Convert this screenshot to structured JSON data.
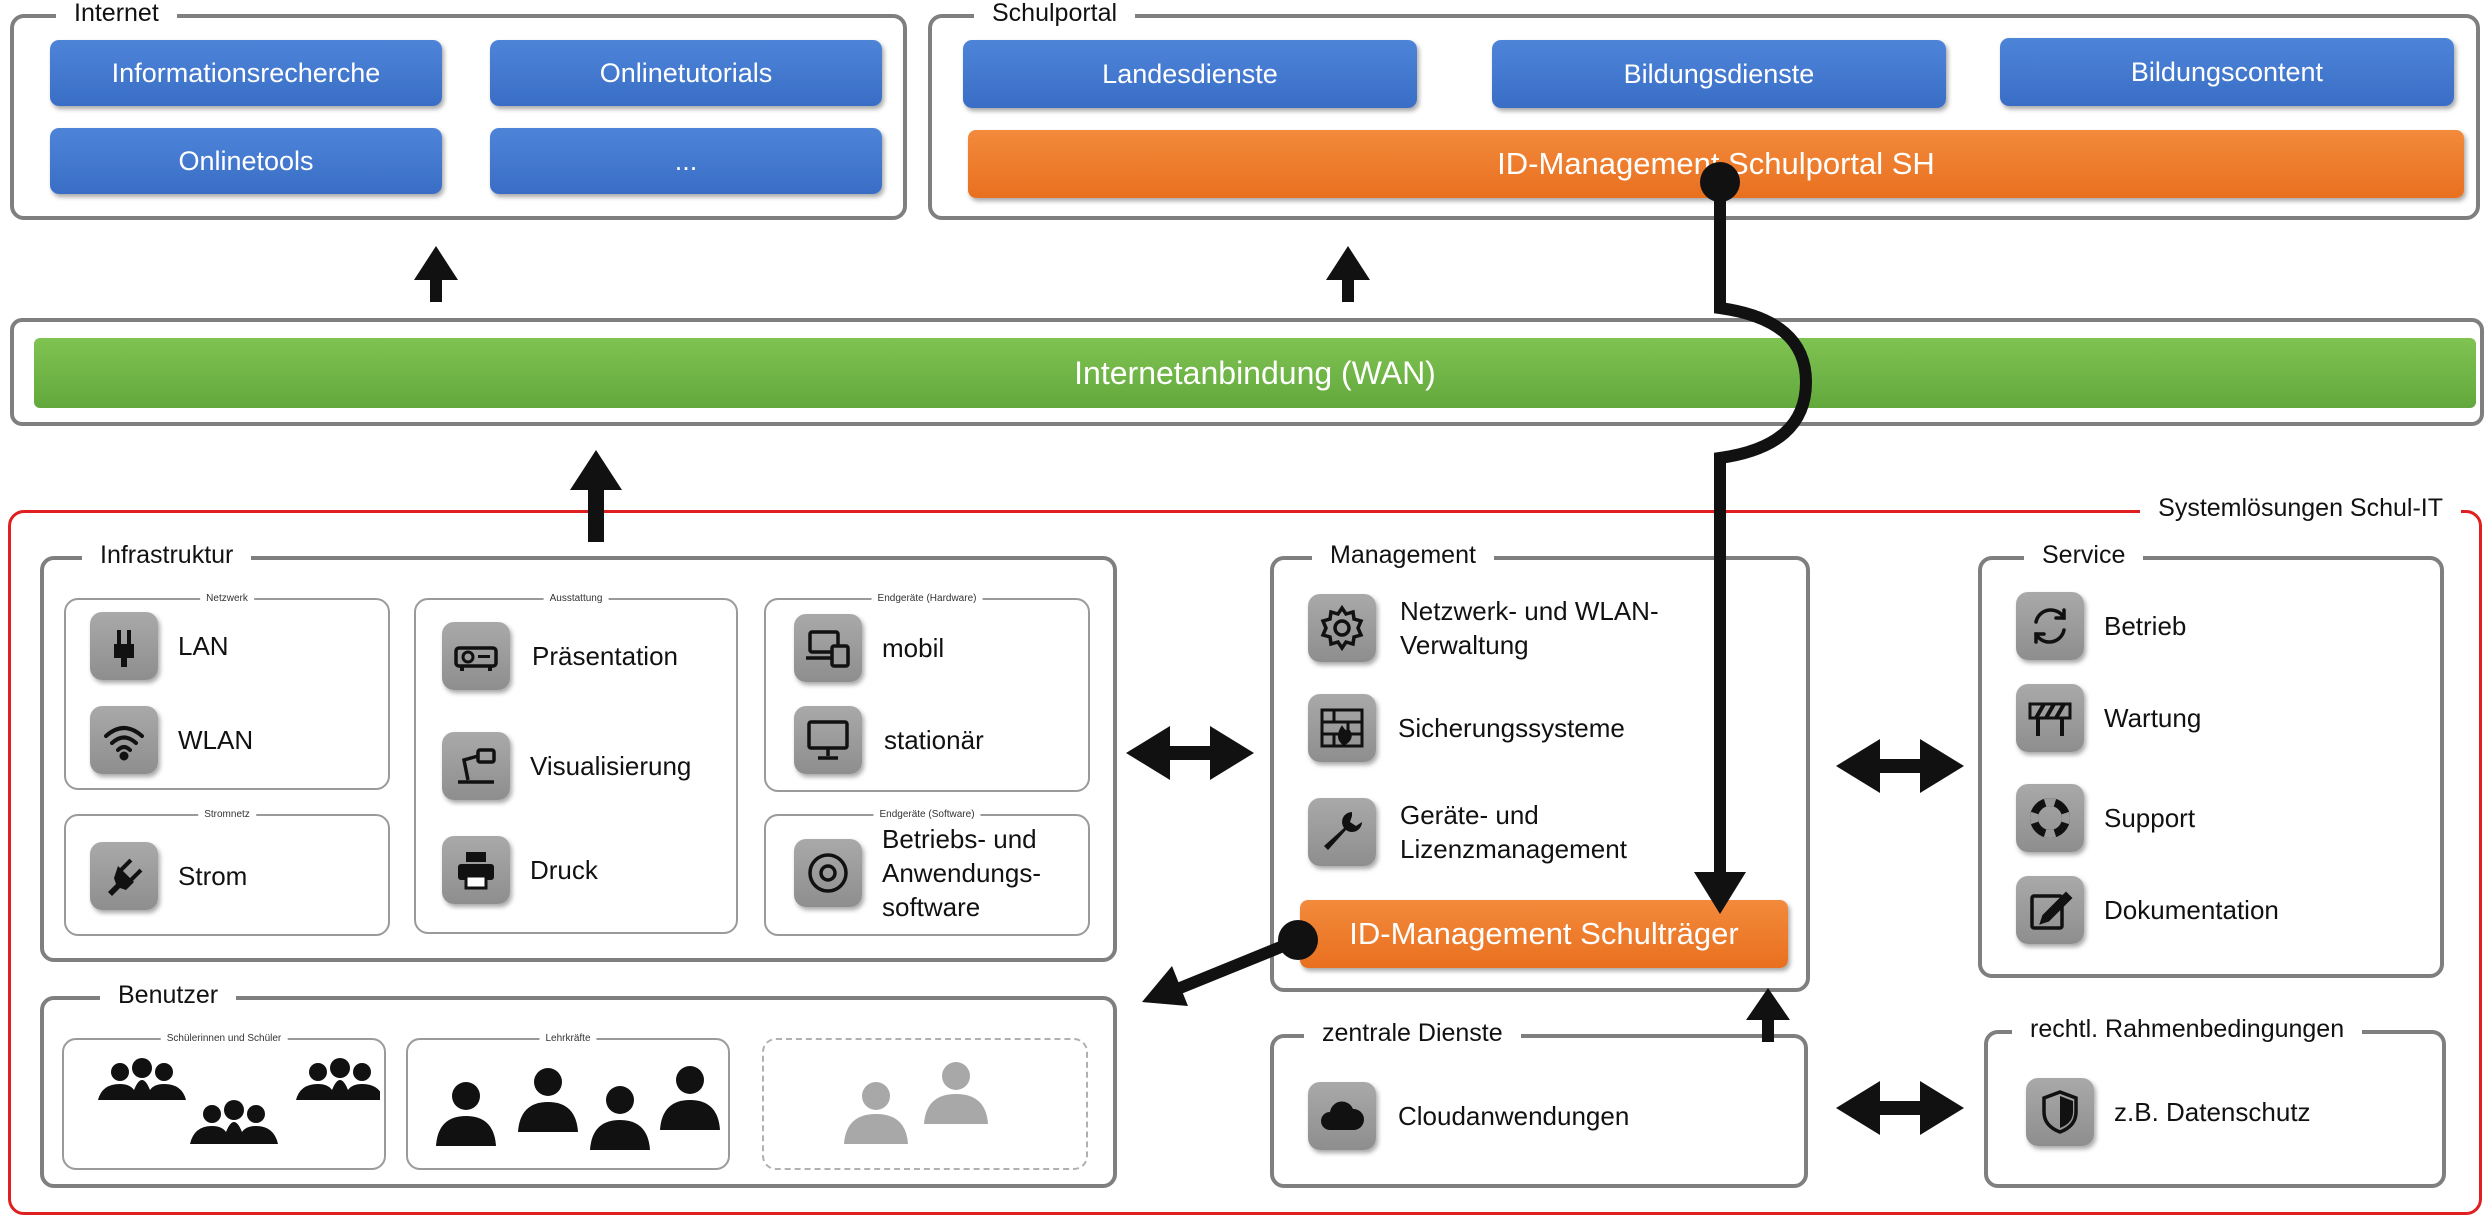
{
  "internet": {
    "title": "Internet",
    "buttons": [
      "Informationsrecherche",
      "Onlinetutorials",
      "Onlinetools",
      "..."
    ]
  },
  "schulportal": {
    "title": "Schulportal",
    "buttons": [
      "Landesdienste",
      "Bildungsdienste",
      "Bildungscontent"
    ],
    "id_management": "ID-Management Schulportal SH"
  },
  "wan": {
    "label": "Internetanbindung (WAN)"
  },
  "systemloesungen": {
    "title": "Systemlösungen Schul-IT"
  },
  "infrastruktur": {
    "title": "Infrastruktur",
    "netzwerk": {
      "title": "Netzwerk",
      "items": [
        "LAN",
        "WLAN"
      ]
    },
    "strom": {
      "title": "Stromnetz",
      "items": [
        "Strom"
      ]
    },
    "ausstattung": {
      "title": "Ausstattung",
      "items": [
        "Präsentation",
        "Visualisierung",
        "Druck"
      ]
    },
    "hardware": {
      "title": "Endgeräte (Hardware)",
      "items": [
        "mobil",
        "stationär"
      ]
    },
    "software": {
      "title": "Endgeräte (Software)",
      "items": [
        "Betriebs- und Anwendungs- software"
      ]
    }
  },
  "benutzer": {
    "title": "Benutzer",
    "groups": [
      "Schülerinnen und Schüler",
      "Lehrkräfte"
    ]
  },
  "management": {
    "title": "Management",
    "items": [
      "Netzwerk- und WLAN- Verwaltung",
      "Sicherungssysteme",
      "Geräte- und Lizenzmanagement"
    ],
    "id_management": "ID-Management Schulträger"
  },
  "zentrale_dienste": {
    "title": "zentrale Dienste",
    "items": [
      "Cloudanwendungen"
    ]
  },
  "service": {
    "title": "Service",
    "items": [
      "Betrieb",
      "Wartung",
      "Support",
      "Dokumentation"
    ]
  },
  "rahmen": {
    "title": "rechtl. Rahmenbedingungen",
    "items": [
      "z.B. Datenschutz"
    ]
  },
  "colors": {
    "blue": "#4179d1",
    "orange": "#ee7a2b",
    "green": "#6fb545",
    "red": "#e02020",
    "border": "#7f7f7f"
  },
  "icons": [
    "lan-plug-icon",
    "wifi-icon",
    "power-plug-icon",
    "projector-icon",
    "document-camera-icon",
    "printer-icon",
    "laptop-icon",
    "monitor-icon",
    "disc-icon",
    "gear-icon",
    "firewall-icon",
    "wrench-icon",
    "cloud-icon",
    "refresh-icon",
    "barrier-icon",
    "lifebuoy-icon",
    "edit-icon",
    "shield-icon",
    "users-icon"
  ]
}
